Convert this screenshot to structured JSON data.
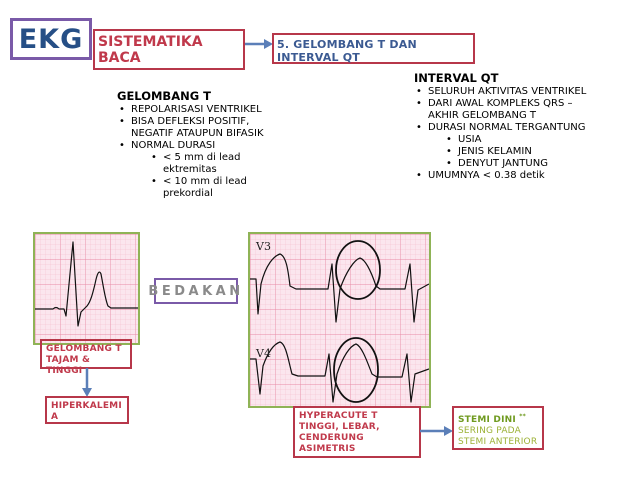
{
  "logo": "EKG",
  "title_box": "SISTEMATIKA BACA",
  "heading": "5. GELOMBANG T DAN INTERVAL QT",
  "gelombang_t": {
    "title": "GELOMBANG T",
    "items": [
      "REPOLARISASI VENTRIKEL",
      "BISA DEFLEKSI POSITIF, NEGATIF ATAUPUN BIFASIK",
      "NORMAL DURASI"
    ],
    "sub_items": [
      "< 5 mm di lead ektremitas",
      "< 10 mm di lead prekordial"
    ]
  },
  "interval_qt": {
    "title": "INTERVAL QT",
    "items": [
      "SELURUH AKTIVITAS VENTRIKEL",
      "DARI AWAL KOMPLEKS QRS – AKHIR GELOMBANG T",
      "DURASI NORMAL TERGANTUNG"
    ],
    "sub_items": [
      "USIA",
      "JENIS KELAMIN",
      "DENYUT JANTUNG"
    ],
    "last_item": "UMUMNYA < 0.38 detik"
  },
  "bedakan": "BEDAKAN",
  "ecg_right": {
    "lead_top": "V3",
    "lead_bottom": "V4"
  },
  "box_tajam": "GELOMBANG T TAJAM & TINGGI",
  "box_hiperkalemia": "HIPERKALEMI A",
  "box_hyperacute": "HYPERACUTE T TINGGI, LEBAR, CENDERUNG ASIMETRIS",
  "box_stemi": {
    "title": "STEMI DINI",
    "superscript": "**",
    "body": "SERING PADA STEMI ANTERIOR"
  },
  "colors": {
    "logo_text": "#264f86",
    "logo_border": "#7a5aa8",
    "red_border": "#b7374a",
    "title_red": "#c0394b",
    "heading_blue": "#3b5a92",
    "ecg_border": "#8fb356",
    "ecg_bg": "#fbe6ee",
    "arrow_blue": "#5b7fb8",
    "stemi_green": "#6f9a1f",
    "stemi_body": "#9cb237"
  }
}
